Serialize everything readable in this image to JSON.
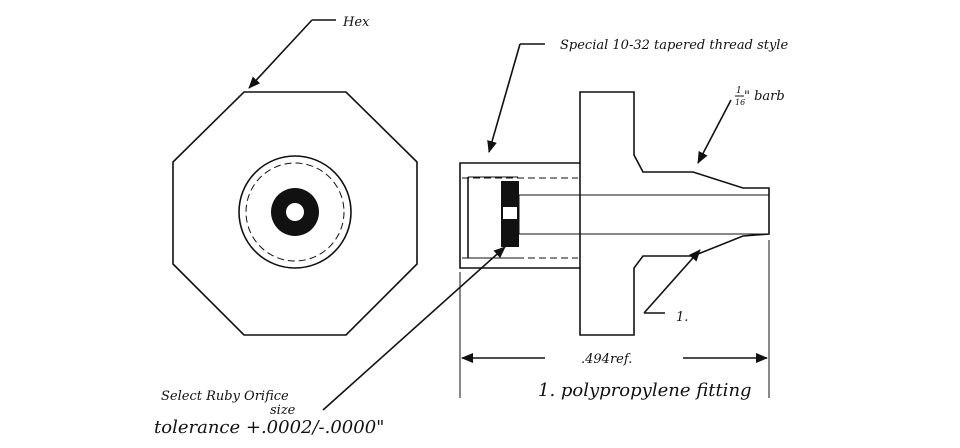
{
  "labels": {
    "hex": "Hex",
    "thread": "Special 10-32 tapered thread style",
    "barb_fraction_num": "1",
    "barb_fraction_den": "16",
    "barb": "\" barb",
    "ruby_line1": "Select Ruby Orifice",
    "ruby_line2": "size",
    "tolerance": "tolerance +.0002/-.0000\"",
    "dimension": ".494ref.",
    "callout_1": "1.",
    "note": "1. polypropylene fitting"
  }
}
